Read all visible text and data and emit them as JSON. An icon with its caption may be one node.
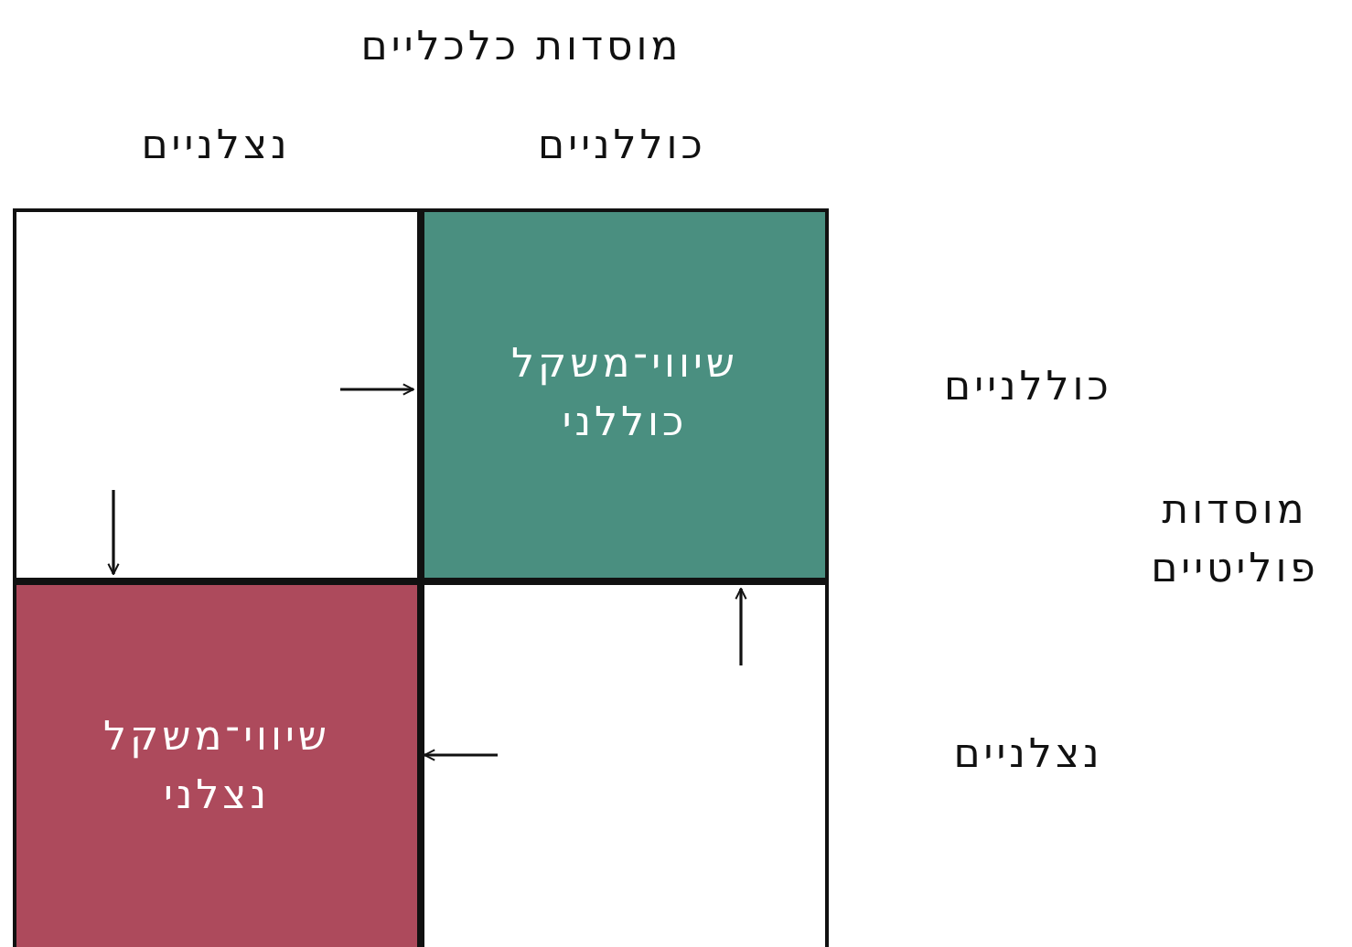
{
  "diagram": {
    "title": "מוסדות כלכליים",
    "nodes": [
      {
        "text": [],
        "shape": "box"
      },
      {
        "text": [
          "שיווי־משקל כוללני"
        ]
      },
      {
        "text": [
          "שיווי־משקל נצלני"
        ]
      },
      {
        "text": [],
        "shape": "box"
      }
    ],
    "edges": [
      {
        "from": 0,
        "to": 1,
        "arrow": "to"
      },
      {
        "from": 0,
        "to": 2,
        "arrow": "to"
      },
      {
        "from": 3,
        "to": 1,
        "arrow": "to"
      },
      {
        "from": 3,
        "to": 2,
        "arrow": "to"
      }
    ],
    "labels": [
      "כוללניים",
      "נצלניים",
      "כוללניים",
      "מוסדות פוליטיים",
      "נצלניים"
    ]
  }
}
